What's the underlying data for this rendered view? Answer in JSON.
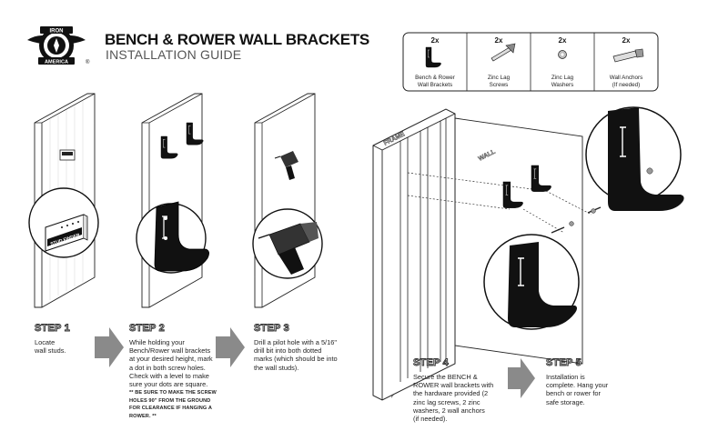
{
  "brand": {
    "logo_word_top": "IRON",
    "logo_word_bottom": "AMERICA",
    "registered": "®",
    "title": "BENCH & ROWER WALL BRACKETS",
    "subtitle": "INSTALLATION GUIDE"
  },
  "parts": [
    {
      "qty": "2x",
      "name": "Bench & Rower\nWall Brackets",
      "icon": "bracket-icon"
    },
    {
      "qty": "2x",
      "name": "Zinc Lag\nScrews",
      "icon": "lag-screw-icon"
    },
    {
      "qty": "2x",
      "name": "Zinc Lag\nWashers",
      "icon": "washer-icon"
    },
    {
      "qty": "2x",
      "name": "Wall Anchors\n(If needed)",
      "icon": "wall-anchor-icon"
    }
  ],
  "labels": {
    "stud_finder": "STUD FINDER",
    "frame": "FRAME",
    "wall": "WALL"
  },
  "steps": [
    {
      "title": "STEP 1",
      "lines": [
        "Locate",
        "wall studs."
      ],
      "note": []
    },
    {
      "title": "STEP 2",
      "lines": [
        "While holding your",
        "Bench/Rower wall brackets",
        "at your desired height, mark",
        "a dot in both screw holes.",
        "Check with a level to make",
        "sure your dots are square."
      ],
      "note": [
        "** BE SURE TO MAKE THE SCREW",
        "HOLES 90\" FROM THE GROUND",
        "FOR CLEARANCE IF HANGING A",
        "ROWER. **"
      ]
    },
    {
      "title": "STEP 3",
      "lines": [
        "Drill a pilot hole with a 5/16\"",
        "drill bit into both dotted",
        "marks (which should be into",
        "the wall studs)."
      ],
      "note": []
    },
    {
      "title": "STEP 4",
      "lines": [
        "Secure the BENCH &",
        "ROWER wall brackets with",
        "the hardware provided (2",
        "zinc lag screws, 2 zinc",
        "washers, 2 wall anchors",
        "(if needed)."
      ],
      "note": []
    },
    {
      "title": "STEP 5",
      "lines": [
        "Installation is",
        "complete. Hang your",
        "bench or rower for",
        "safe storage."
      ],
      "note": []
    }
  ]
}
